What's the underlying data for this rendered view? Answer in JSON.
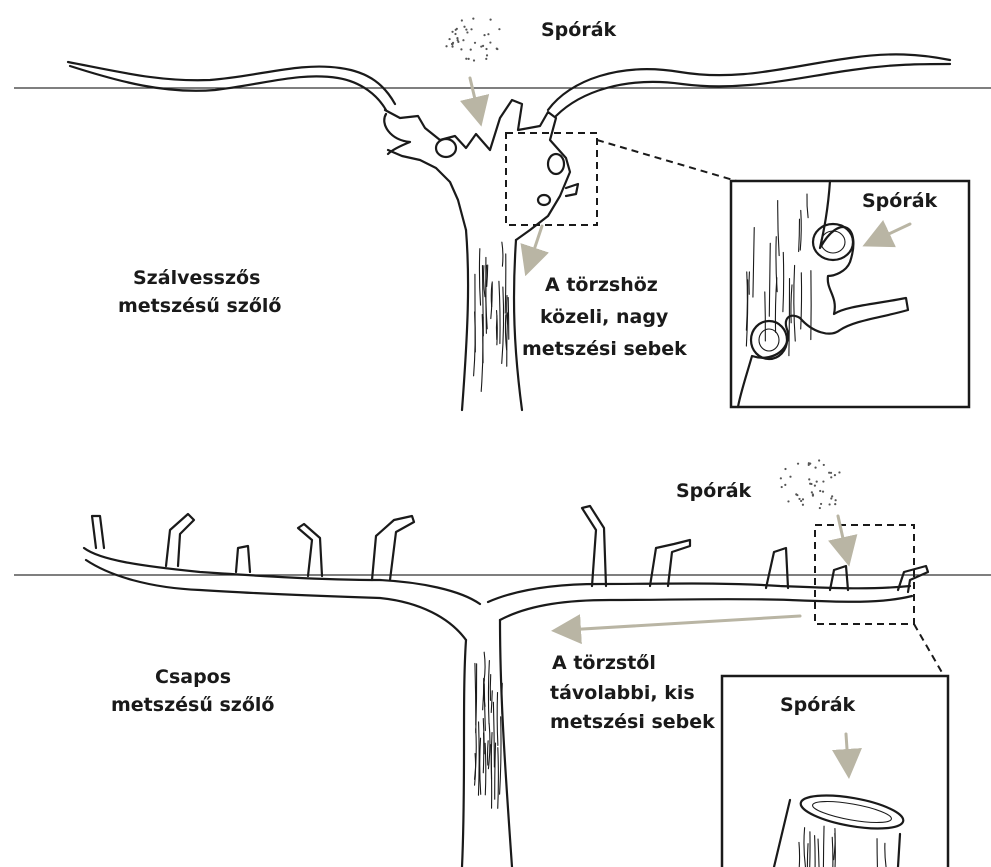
{
  "top": {
    "spores_label": "Spórák",
    "vine_label_line1": "Szálvesszős",
    "vine_label_line2": "metszésű szőlő",
    "wound_label_line1": "A törzshöz",
    "wound_label_line2": "közeli, nagy",
    "wound_label_line3": "metszési sebek",
    "inset_spores_label": "Spórák"
  },
  "bottom": {
    "spores_label": "Spórák",
    "vine_label_line1": "Csapos",
    "vine_label_line2": "metszésű  szőlő",
    "wound_label_line1": "A törzstől",
    "wound_label_line2": "távolabbi, kis",
    "wound_label_line3": "metszési sebek",
    "inset_spores_label": "Spórák"
  },
  "colors": {
    "ink": "#1a1a1a",
    "arrow": "#b9b5a4",
    "background": "#ffffff"
  }
}
